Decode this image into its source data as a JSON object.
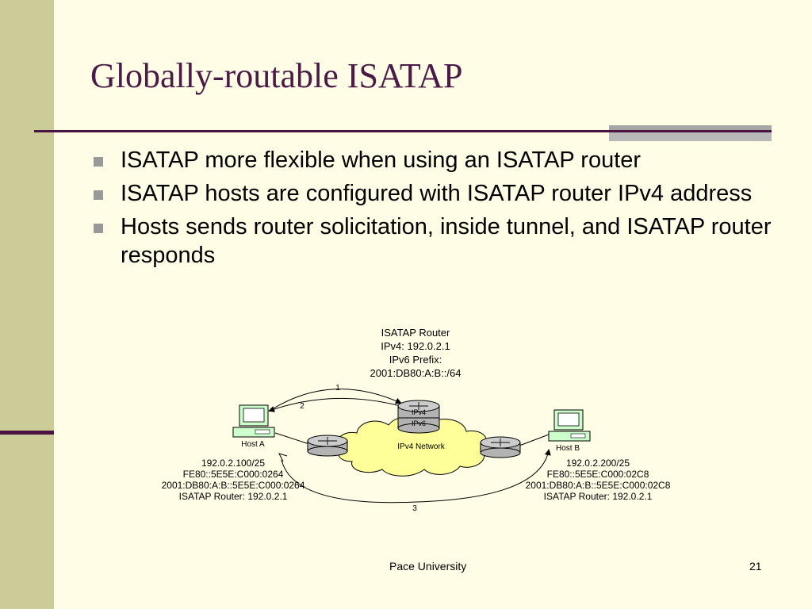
{
  "slide": {
    "title": "Globally-routable ISATAP",
    "bullets": [
      "ISATAP more flexible when using an ISATAP router",
      "ISATAP hosts are configured with ISATAP router IPv4 address",
      "Hosts sends router solicitation, inside tunnel, and ISATAP router responds"
    ],
    "footer": "Pace University",
    "page_number": "21"
  },
  "diagram": {
    "router_info": [
      "ISATAP Router",
      "IPv4: 192.0.2.1",
      "IPv6 Prefix:",
      "2001:DB80:A:B::/64"
    ],
    "router_labels": {
      "ipv4": "IPv4",
      "ipv6": "IPv6"
    },
    "network_label": "IPv4 Network",
    "host_a": {
      "label": "Host A",
      "info": [
        "192.0.2.100/25",
        "FE80::5E5E:C000:0264",
        "2001:DB80:A:B::5E5E:C000:0264",
        "ISATAP Router: 192.0.2.1"
      ]
    },
    "host_b": {
      "label": "Host B",
      "info": [
        "192.0.2.200/25",
        "FE80::5E5E:C000:02C8",
        "2001:DB80:A:B::5E5E:C000:02C8",
        "ISATAP Router: 192.0.2.1"
      ]
    },
    "steps": [
      "1",
      "2",
      "3"
    ]
  },
  "colors": {
    "background": "#FFFDE6",
    "band": "#CCCC99",
    "accent": "#4A1342",
    "title": "#4B1A46",
    "cloud": "#FFFF99",
    "host_green": "#CCFFCC",
    "router_gray": "#B3B3B3"
  }
}
